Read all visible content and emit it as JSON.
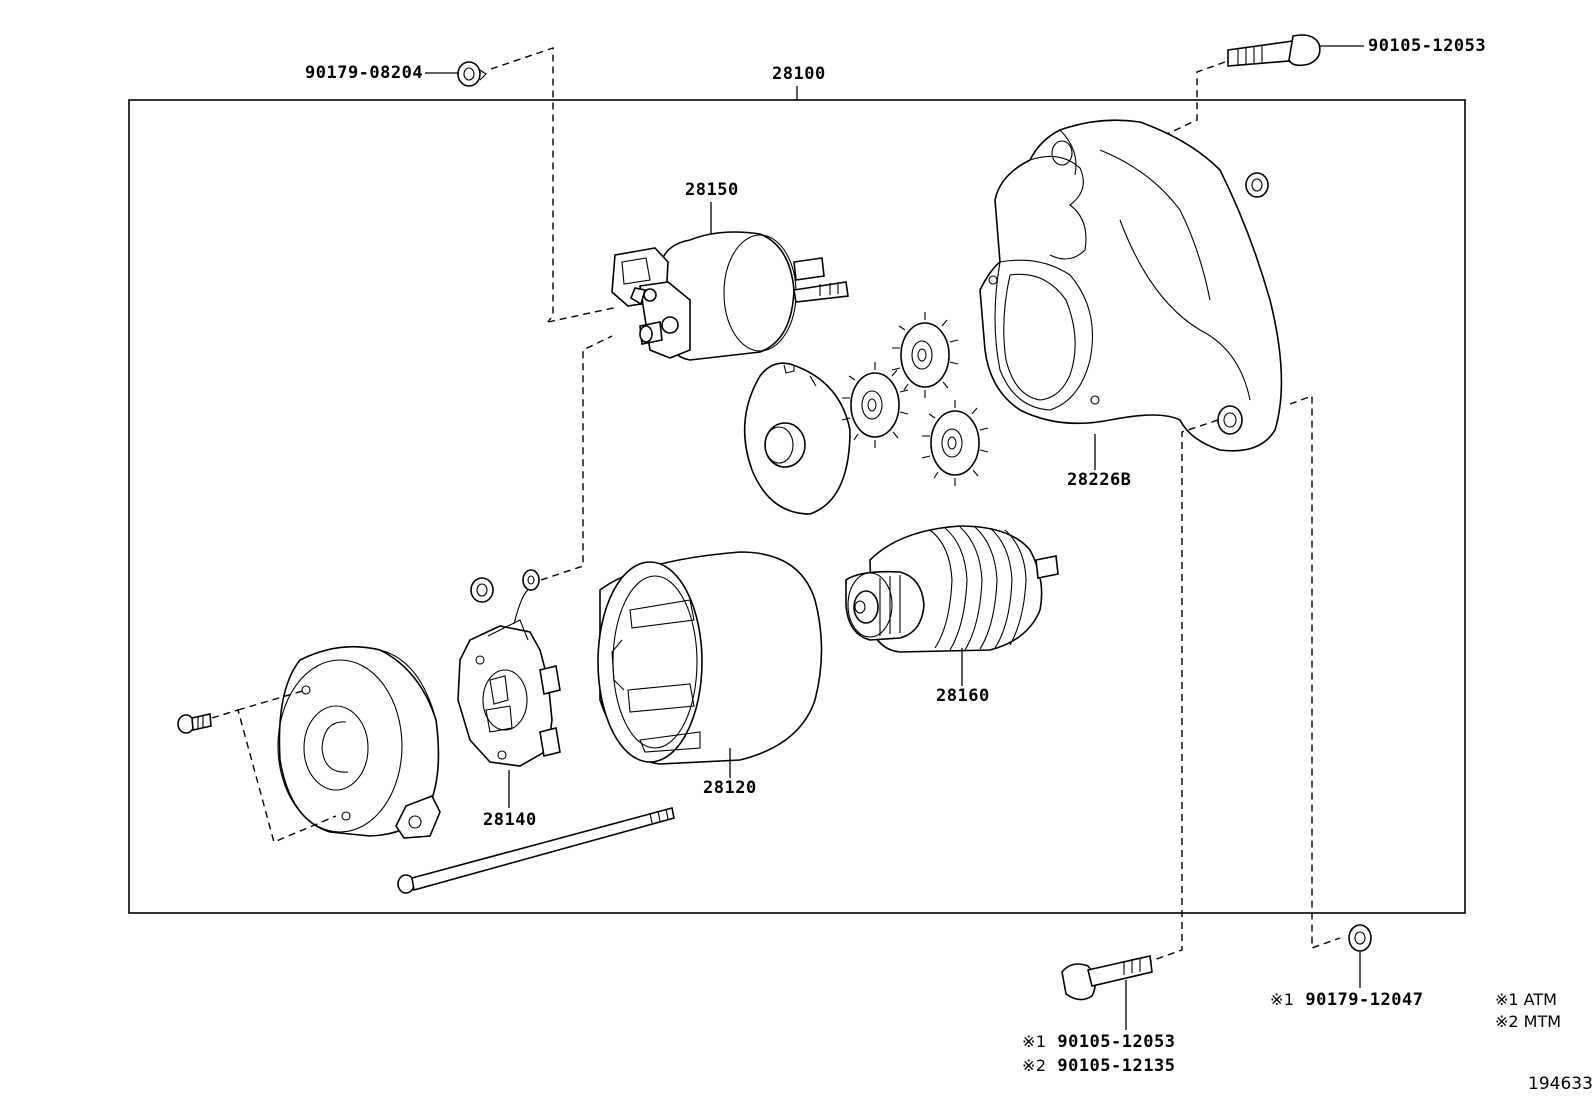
{
  "labels": {
    "assembly": "28100",
    "solenoid": "28150",
    "nut_top_left": "90179-08204",
    "bolt_top_right": "90105-12053",
    "housing": "28226B",
    "armature": "28160",
    "yoke": "28120",
    "brush_holder": "28140",
    "bottom_bolt_1": "90105-12053",
    "bottom_bolt_2": "90105-12135",
    "bottom_nut": "90179-12047"
  },
  "marks": {
    "m1": "※1",
    "m2": "※2"
  },
  "legend": {
    "atm": "※1 ATM",
    "mtm": "※2 MTM"
  },
  "figure_id": "194633"
}
